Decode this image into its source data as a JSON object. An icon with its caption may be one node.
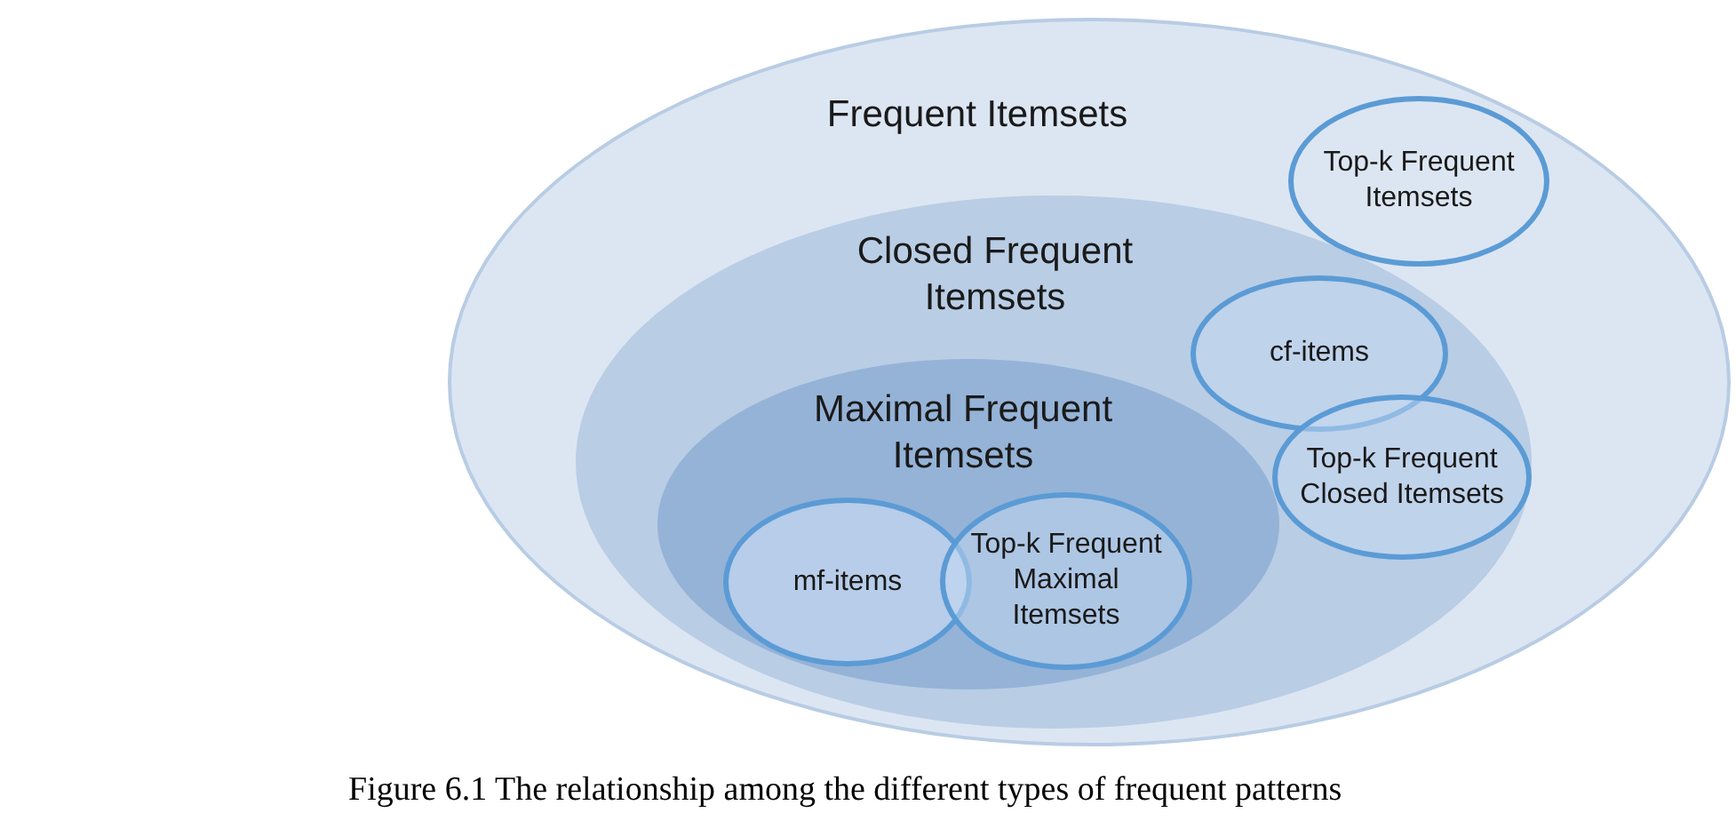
{
  "diagram": {
    "caption": "Figure 6.1 The relationship among the different types of frequent patterns",
    "nodes": [
      {
        "text": [
          "Frequent Itemsets"
        ]
      },
      {
        "text": [
          "Top-k Frequent Itemsets"
        ],
        "in": 0
      },
      {
        "text": [
          "Closed Frequent Itemsets"
        ],
        "in": 0
      },
      {
        "text": [
          "cf-items"
        ],
        "in": 2
      },
      {
        "text": [
          "Top-k Frequent Closed Itemsets"
        ],
        "in": 2
      },
      {
        "text": [
          "Maximal Frequent Itemsets"
        ],
        "in": 2
      },
      {
        "text": [
          "mf-items"
        ],
        "in": 5
      },
      {
        "text": [
          "Top-k Frequent Maximal Itemsets"
        ],
        "in": 5
      }
    ],
    "edges": []
  }
}
